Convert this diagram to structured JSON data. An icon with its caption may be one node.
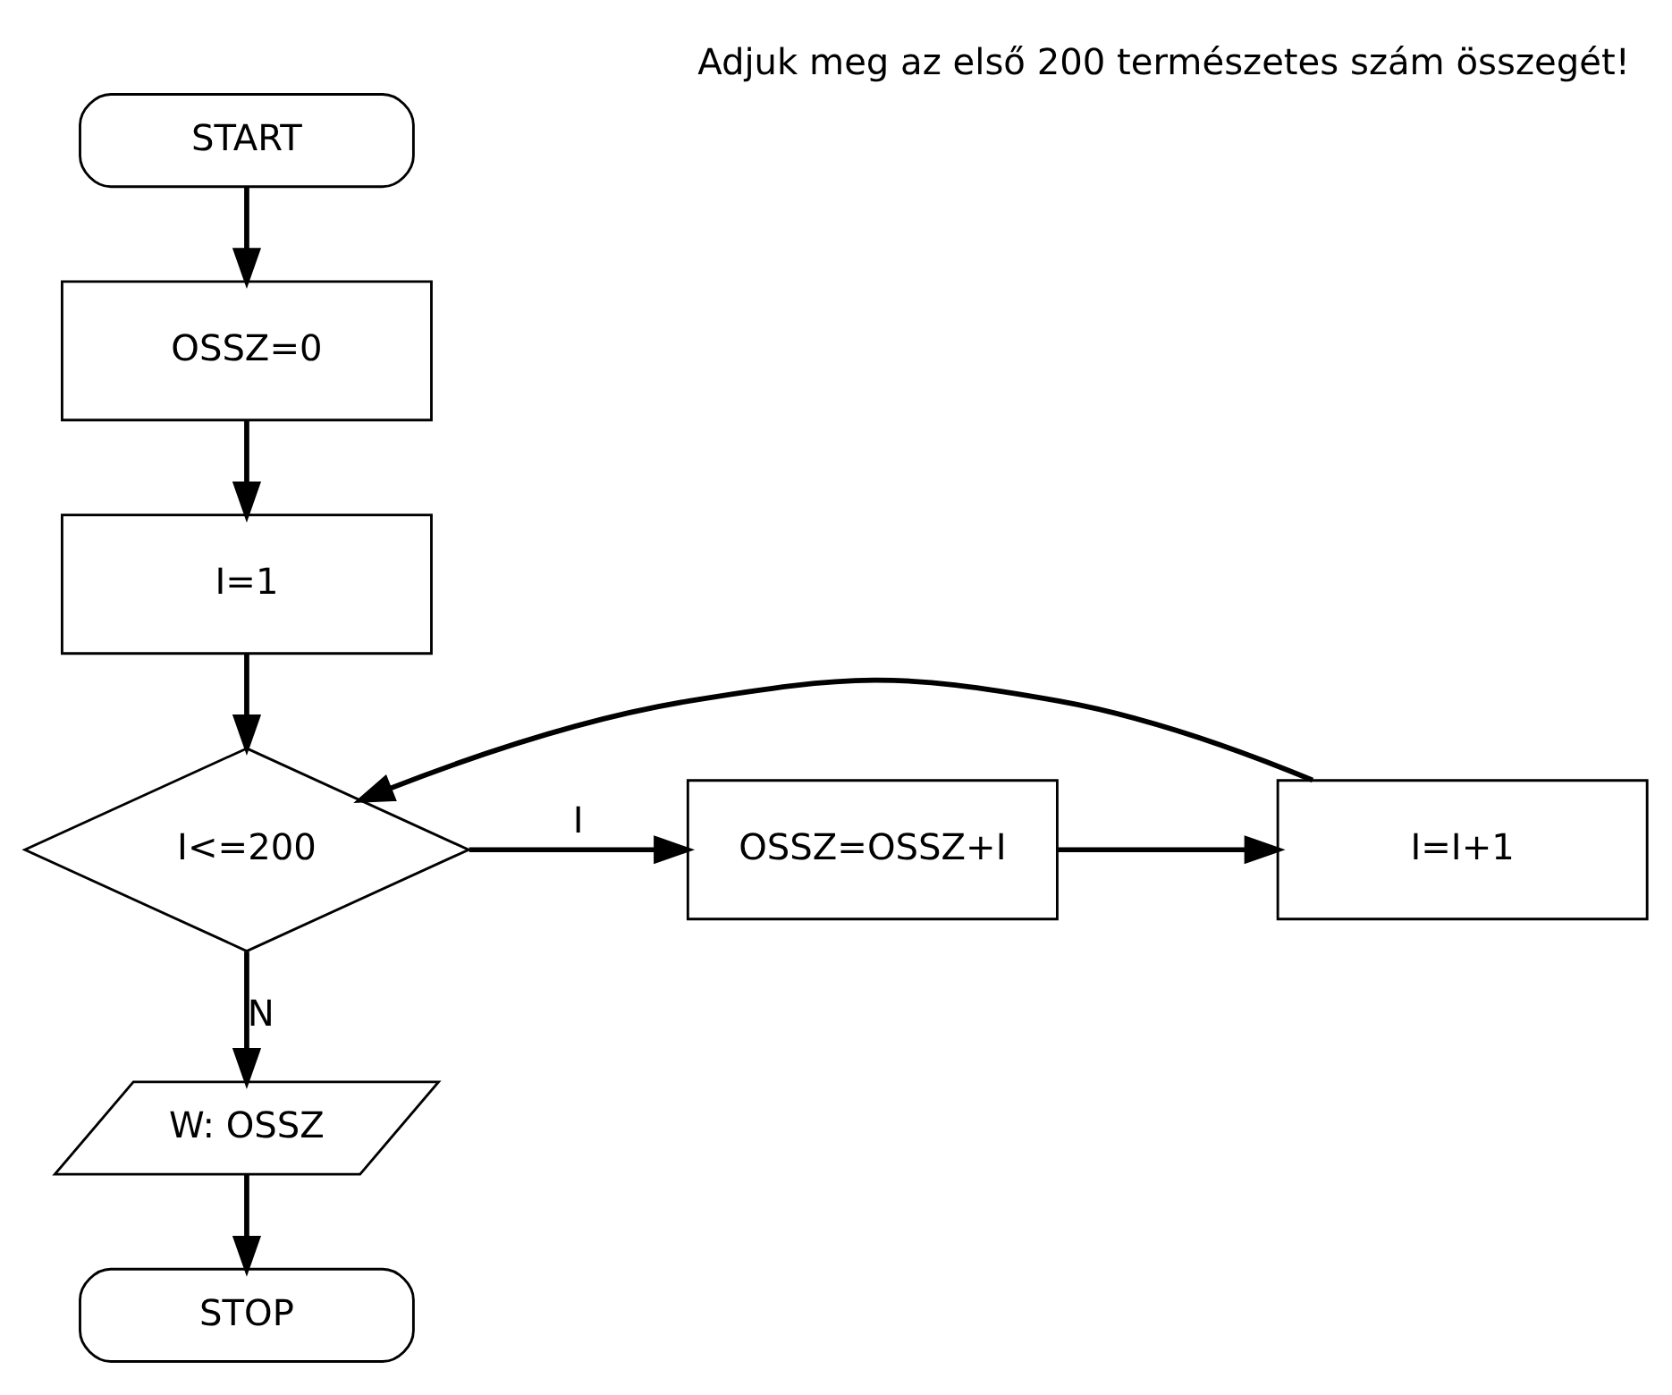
{
  "diagram": {
    "title": "Adjuk meg az első 200 természetes szám összegét!",
    "nodes": [
      {
        "text": [
          "START"
        ]
      },
      {
        "text": [
          "OSSZ=0"
        ]
      },
      {
        "text": [
          "I=1"
        ]
      },
      {
        "text": [
          "I<=200"
        ]
      },
      {
        "text": [
          "OSSZ=OSSZ+I"
        ]
      },
      {
        "text": [
          "I=I+1"
        ]
      },
      {
        "text": [
          "W: OSSZ"
        ]
      },
      {
        "text": [
          "STOP"
        ]
      }
    ],
    "edges": [
      {
        "from": 0,
        "to": 1,
        "arrow": "to"
      },
      {
        "from": 1,
        "to": 2,
        "arrow": "to"
      },
      {
        "from": 2,
        "to": 3,
        "arrow": "to"
      },
      {
        "from": 3,
        "to": 4,
        "arrow": "to",
        "label": "I"
      },
      {
        "from": 4,
        "to": 5,
        "arrow": "to"
      },
      {
        "from": 5,
        "to": 3,
        "arrow": "to"
      },
      {
        "from": 3,
        "to": 6,
        "arrow": "to",
        "label": "N"
      },
      {
        "from": 6,
        "to": 7,
        "arrow": "to"
      }
    ]
  }
}
